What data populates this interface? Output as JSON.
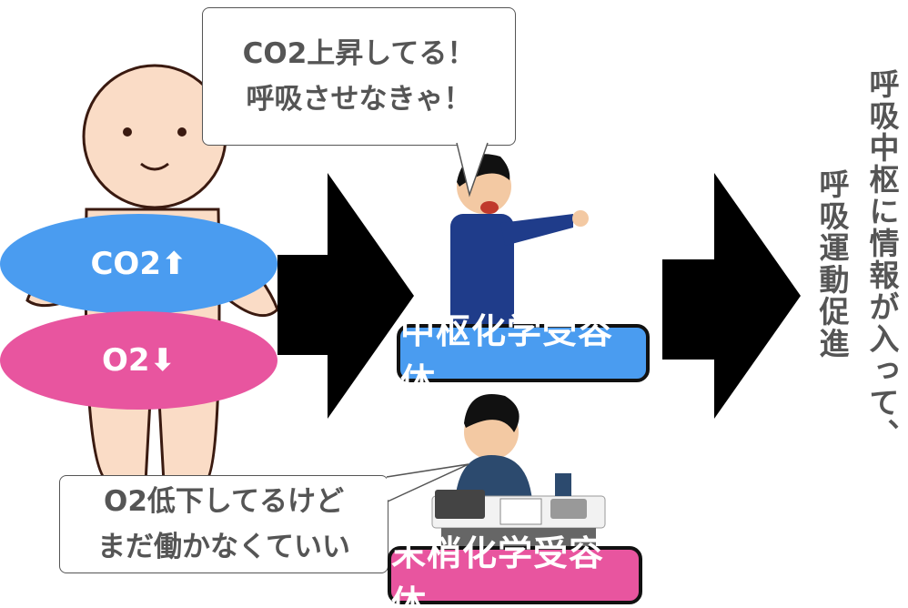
{
  "body_labels": {
    "co2": "CO2",
    "o2": "O2"
  },
  "central": {
    "speech_line1": "CO2上昇してる！",
    "speech_line2": "呼吸させなきゃ！",
    "label": "中枢化学受容体",
    "color": "#4a9cf0"
  },
  "peripheral": {
    "speech_line1": "O2低下してるけど",
    "speech_line2": "まだ働かなくていい",
    "label": "末梢化学受容体",
    "color": "#e8559f"
  },
  "result": {
    "line1": "呼吸中枢に情報が入って、",
    "line2": "呼吸運動促進"
  }
}
